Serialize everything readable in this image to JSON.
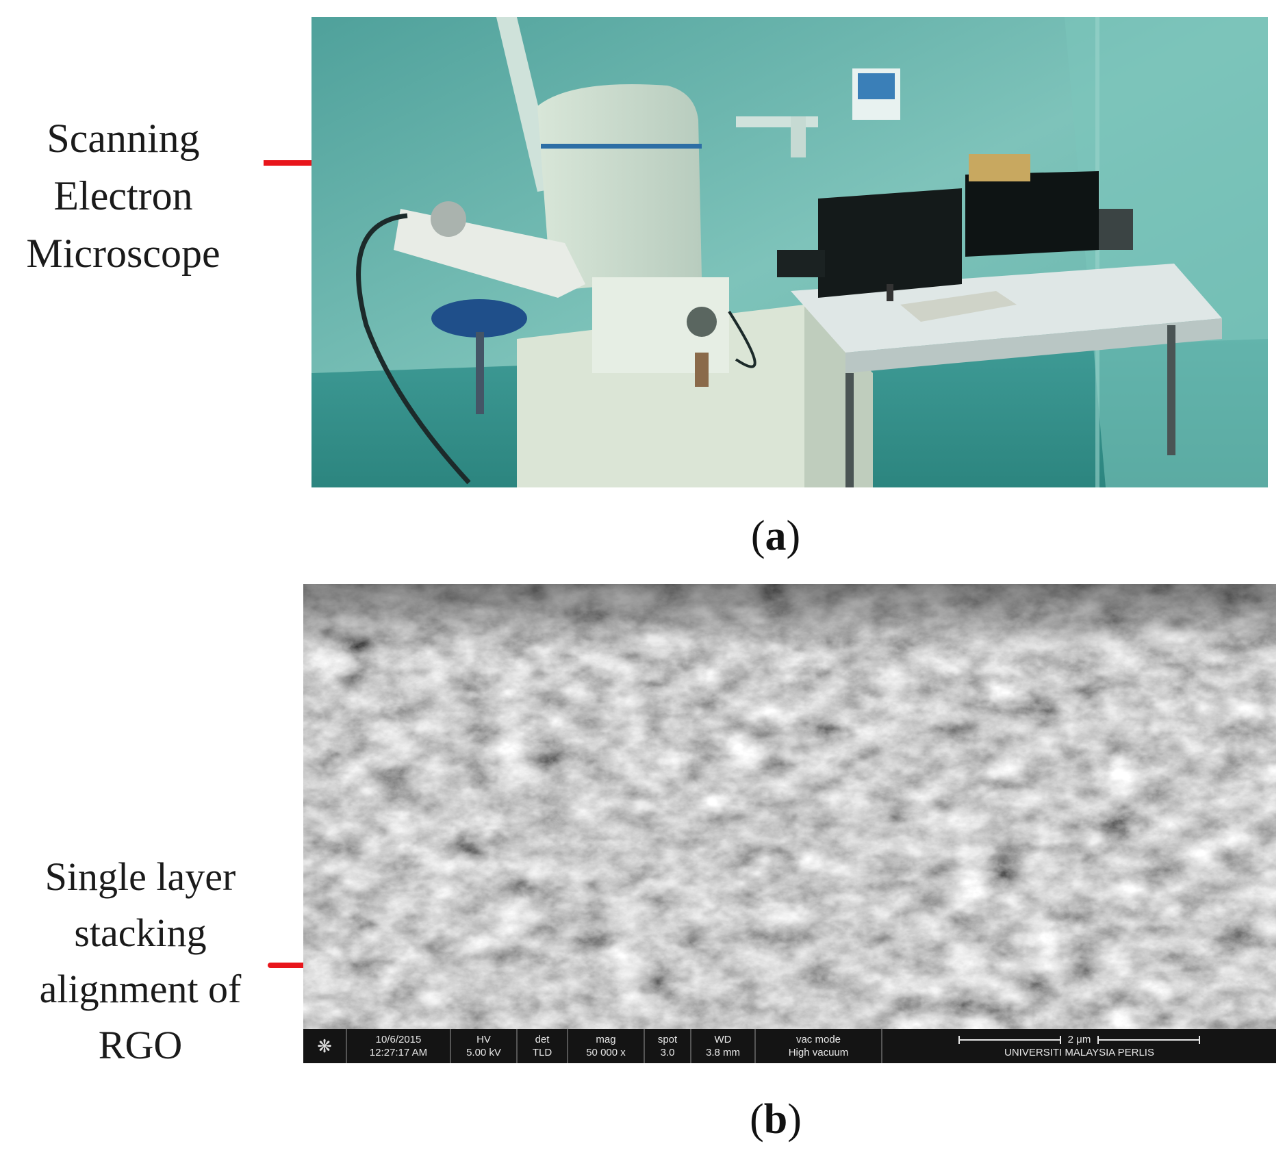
{
  "panel_a": {
    "label_lines": [
      "Scanning",
      "Electron",
      "Microscope"
    ],
    "caption_open": "(",
    "caption_letter": "a",
    "caption_close": ")"
  },
  "panel_b": {
    "label_lines": [
      "Single layer",
      "stacking",
      "alignment of",
      "RGO"
    ],
    "caption_open": "(",
    "caption_letter": "b",
    "caption_close": ")",
    "sem_bar": {
      "date": "10/6/2015",
      "time": "12:27:17 AM",
      "hv_label": "HV",
      "hv_value": "5.00 kV",
      "det_label": "det",
      "det_value": "TLD",
      "mag_label": "mag",
      "mag_value": "50 000 x",
      "spot_label": "spot",
      "spot_value": "3.0",
      "wd_label": "WD",
      "wd_value": "3.8 mm",
      "vac_label": "vac mode",
      "vac_value": "High vacuum",
      "scale_label": "2 μm",
      "institution": "UNIVERSITI MALAYSIA PERLIS"
    }
  },
  "colors": {
    "annotation": "#e8151b",
    "lab_wall": "#6fb5ad",
    "sem_gray": "#7a7a7a"
  }
}
